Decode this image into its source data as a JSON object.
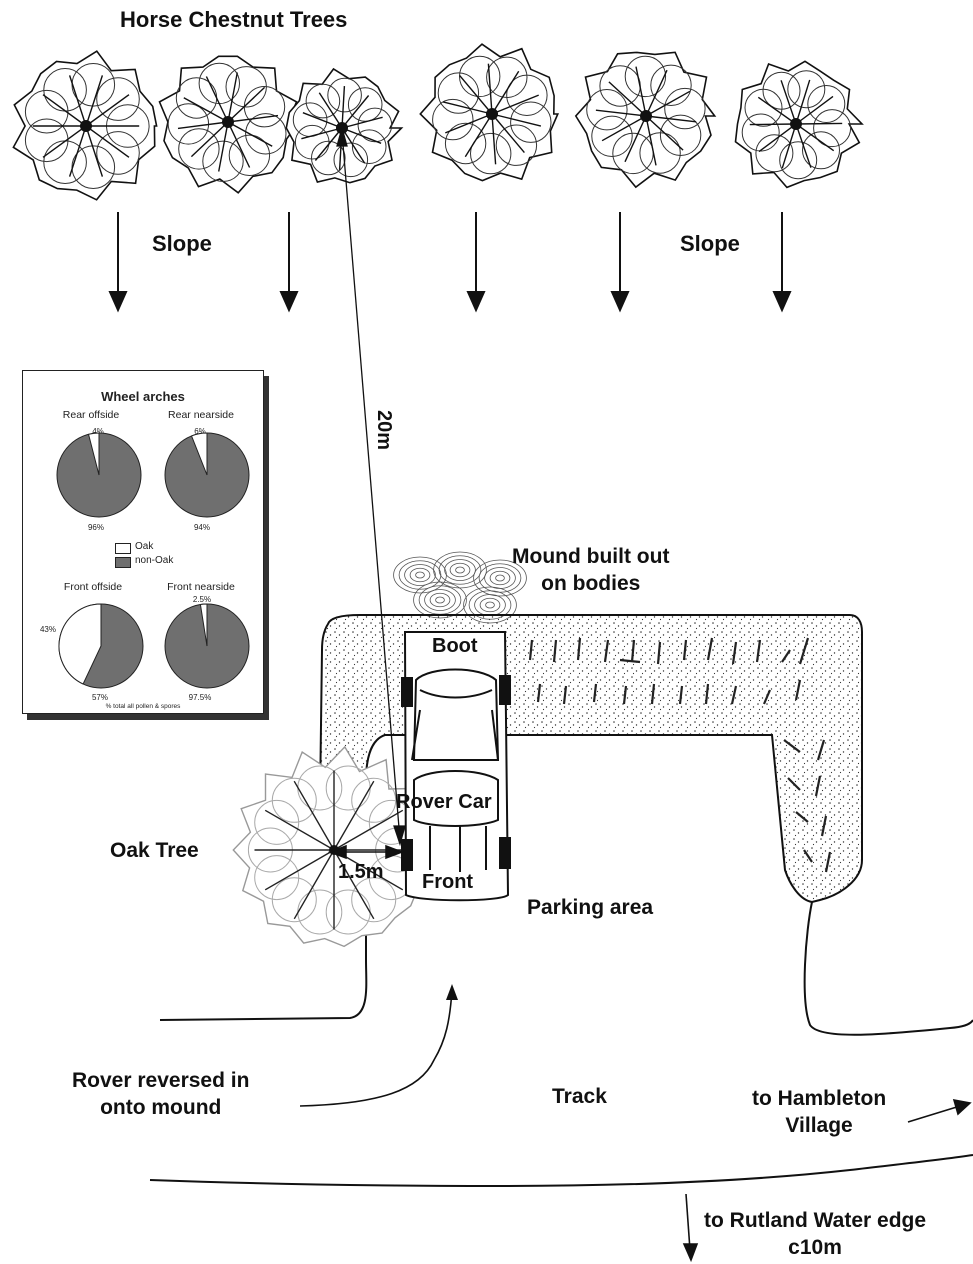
{
  "labels": {
    "horse_chestnut": "Horse Chestnut Trees",
    "slope_left": "Slope",
    "slope_right": "Slope",
    "distance_20m": "20m",
    "mound_line1": "Mound built out",
    "mound_line2": "on bodies",
    "boot": "Boot",
    "rover_car": "Rover Car",
    "front": "Front",
    "distance_1_5m": "1.5m",
    "oak_tree": "Oak Tree",
    "parking_area": "Parking area",
    "rover_reversed_line1": "Rover reversed in",
    "rover_reversed_line2": "onto mound",
    "track": "Track",
    "hambleton_line1": "to Hambleton",
    "hambleton_line2": "Village",
    "rutland_line1": "to Rutland Water edge",
    "rutland_line2": "c10m"
  },
  "inset": {
    "title": "Wheel arches",
    "legend_oak": "Oak",
    "legend_non_oak": "non-Oak",
    "footnote": "% total all pollen & spores",
    "colors": {
      "oak": "#ffffff",
      "non_oak": "#6f6f6f"
    },
    "pies": [
      {
        "title": "Rear offside",
        "oak_label": "4%",
        "non_oak_label": "96%",
        "oak_pct": 4
      },
      {
        "title": "Rear nearside",
        "oak_label": "6%",
        "non_oak_label": "94%",
        "oak_pct": 6
      },
      {
        "title": "Front offside",
        "oak_label": "43%",
        "non_oak_label": "57%",
        "oak_pct": 43
      },
      {
        "title": "Front nearside",
        "oak_label": "2.5%",
        "non_oak_label": "97.5%",
        "oak_pct": 2.5
      }
    ]
  }
}
